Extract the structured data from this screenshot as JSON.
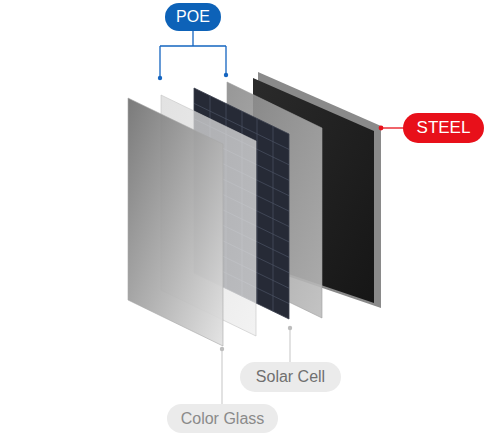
{
  "diagram": {
    "nodes": [
      {
        "text": [
          "POE"
        ]
      },
      {
        "text": [
          "STEEL"
        ]
      },
      {
        "text": [
          "Solar Cell"
        ]
      },
      {
        "text": [
          "Color Glass"
        ]
      }
    ]
  }
}
